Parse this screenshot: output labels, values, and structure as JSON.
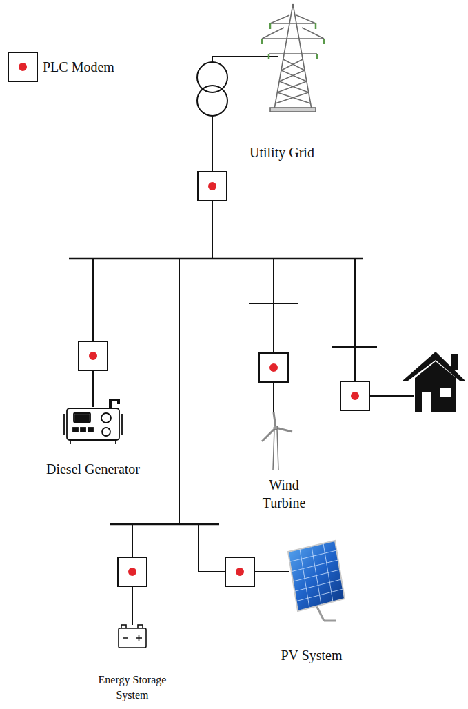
{
  "diagram": {
    "labels": [
      "Utility Grid",
      "Diesel Generator",
      "Wind Turbine",
      "Energy Storage System",
      "PV System"
    ],
    "legend": [
      {
        "text": "PLC Modem"
      }
    ]
  }
}
